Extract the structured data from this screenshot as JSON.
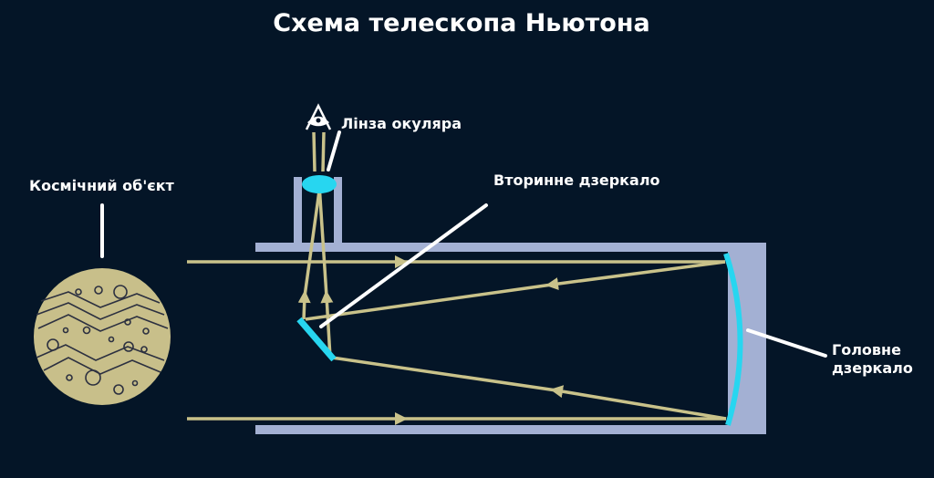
{
  "title": "Схема телескопа Ньютона",
  "labels": {
    "eyepiece": "Лінза окуляра",
    "secondary_mirror": "Вторинне дзеркало",
    "object": "Космічний об'єкт",
    "primary_mirror_line1": "Головне",
    "primary_mirror_line2": "дзеркало"
  },
  "colors": {
    "background": "#041527",
    "tube": "#a3b0d3",
    "mirror": "#27d6f0",
    "ray": "#c9c28a",
    "planet": "#c8bf8a",
    "planet_marks": "#2c3040",
    "leader": "#ffffff"
  },
  "icons": {
    "eye": "eye-icon"
  }
}
